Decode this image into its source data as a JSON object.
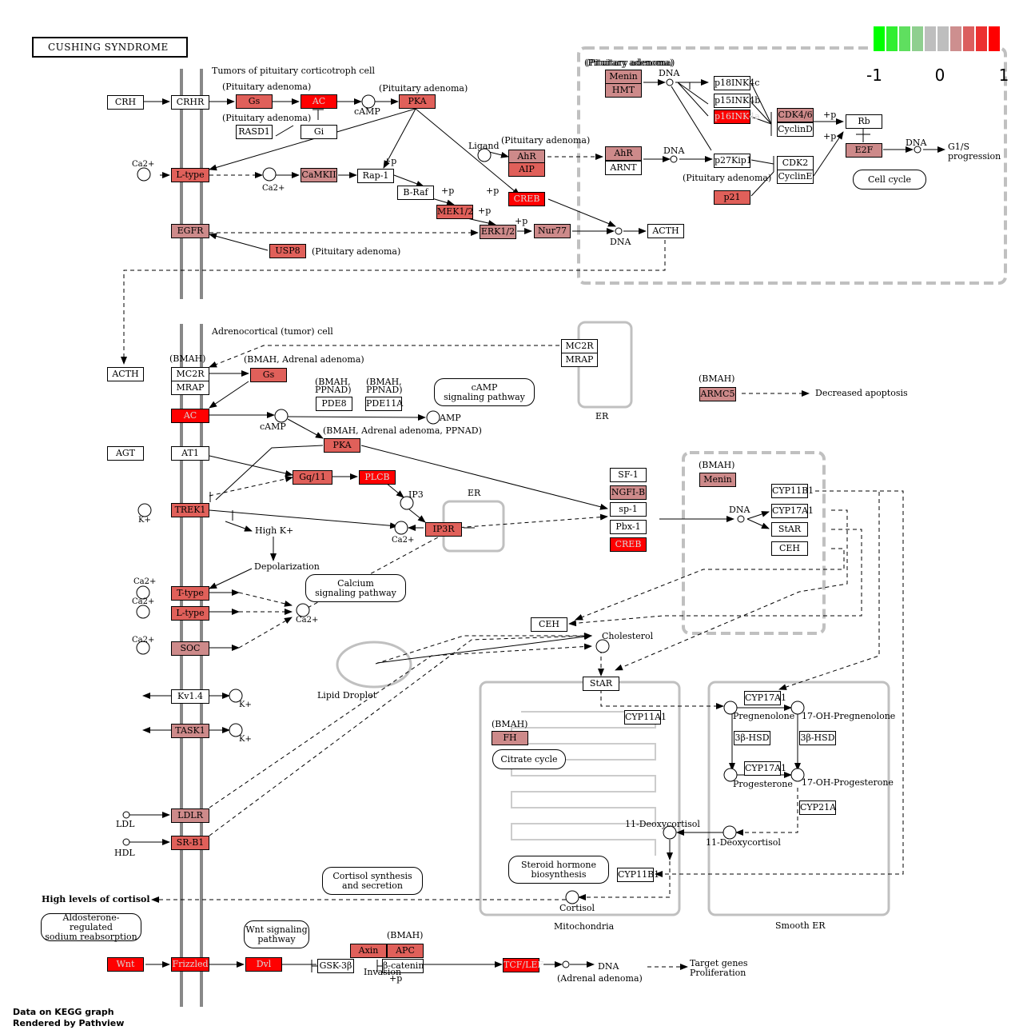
{
  "title": "CUSHING SYNDROME",
  "legend": {
    "ticks": [
      "-1",
      "0",
      "1"
    ],
    "colors": [
      "#00ff00",
      "#30ef30",
      "#5fdf5f",
      "#8fcf8f",
      "#bebebe",
      "#bebebe",
      "#cd8f8f",
      "#db5f5f",
      "#ec3030",
      "#ff0000"
    ]
  },
  "footer": [
    "Data on KEGG graph",
    "Rendered by Pathview"
  ],
  "nodes": [
    {
      "text": "CRH",
      "c": "w"
    },
    {
      "text": "CRHR",
      "c": "w"
    },
    {
      "text": "Gs",
      "c": "m"
    },
    {
      "text": "AC",
      "c": "r"
    },
    {
      "text": "PKA",
      "c": "m"
    },
    {
      "text": "RASD1",
      "c": "w"
    },
    {
      "text": "Gi",
      "c": "w"
    },
    {
      "text": "L-type",
      "c": "m"
    },
    {
      "text": "CaMKII",
      "c": "l"
    },
    {
      "text": "Rap-1",
      "c": "w"
    },
    {
      "text": "B-Raf",
      "c": "w"
    },
    {
      "text": "MEK1/2",
      "c": "m"
    },
    {
      "text": "ERK1/2",
      "c": "l"
    },
    {
      "text": "Nur77",
      "c": "l"
    },
    {
      "text": "EGFR",
      "c": "l"
    },
    {
      "text": "USP8",
      "c": "m"
    },
    {
      "text": "AhR",
      "c": "l"
    },
    {
      "text": "AIP",
      "c": "m"
    },
    {
      "text": "CREB",
      "c": "r"
    },
    {
      "text": "Menin",
      "c": "l"
    },
    {
      "text": "HMT",
      "c": "l"
    },
    {
      "text": "p18INK4c",
      "c": "w"
    },
    {
      "text": "p15INK4b",
      "c": "w"
    },
    {
      "text": "p16INK4a",
      "c": "r"
    },
    {
      "text": "CDK4/6",
      "c": "l"
    },
    {
      "text": "CyclinD",
      "c": "w"
    },
    {
      "text": "Rb",
      "c": "w"
    },
    {
      "text": "E2F",
      "c": "l"
    },
    {
      "text": "AhR",
      "c": "l"
    },
    {
      "text": "ARNT",
      "c": "w"
    },
    {
      "text": "p27Kip1",
      "c": "w"
    },
    {
      "text": "CDK2",
      "c": "w"
    },
    {
      "text": "CyclinE",
      "c": "w"
    },
    {
      "text": "p21",
      "c": "m"
    },
    {
      "text": "ACTH",
      "c": "w"
    },
    {
      "text": "ACTH",
      "c": "w"
    },
    {
      "text": "MC2R",
      "c": "w"
    },
    {
      "text": "MRAP",
      "c": "w"
    },
    {
      "text": "Gs",
      "c": "m"
    },
    {
      "text": "AC",
      "c": "r"
    },
    {
      "text": "PDE8",
      "c": "w"
    },
    {
      "text": "PDE11A",
      "c": "w"
    },
    {
      "text": "PKA",
      "c": "m"
    },
    {
      "text": "MC2R",
      "c": "w"
    },
    {
      "text": "MRAP",
      "c": "w"
    },
    {
      "text": "ARMC5",
      "c": "l"
    },
    {
      "text": "AGT",
      "c": "w"
    },
    {
      "text": "AT1",
      "c": "w"
    },
    {
      "text": "Gq/11",
      "c": "m"
    },
    {
      "text": "PLCB",
      "c": "r"
    },
    {
      "text": "IP3R",
      "c": "m"
    },
    {
      "text": "TREK1",
      "c": "m"
    },
    {
      "text": "SF-1",
      "c": "w"
    },
    {
      "text": "NGFI-B",
      "c": "l"
    },
    {
      "text": "sp-1",
      "c": "w"
    },
    {
      "text": "Pbx-1",
      "c": "w"
    },
    {
      "text": "CREB",
      "c": "r"
    },
    {
      "text": "Menin",
      "c": "l"
    },
    {
      "text": "CYP11B1",
      "c": "w"
    },
    {
      "text": "CYP17A1",
      "c": "w"
    },
    {
      "text": "StAR",
      "c": "w"
    },
    {
      "text": "CEH",
      "c": "w"
    },
    {
      "text": "T-type",
      "c": "m"
    },
    {
      "text": "L-type",
      "c": "m"
    },
    {
      "text": "SOC",
      "c": "l"
    },
    {
      "text": "CEH",
      "c": "w"
    },
    {
      "text": "StAR",
      "c": "w"
    },
    {
      "text": "CYP11A1",
      "c": "w"
    },
    {
      "text": "FH",
      "c": "l"
    },
    {
      "text": "CYP17A1",
      "c": "w"
    },
    {
      "text": "3β-HSD",
      "c": "w"
    },
    {
      "text": "3β-HSD",
      "c": "w"
    },
    {
      "text": "CYP17A1",
      "c": "w"
    },
    {
      "text": "CYP21A",
      "c": "w"
    },
    {
      "text": "Kv1.4",
      "c": "w"
    },
    {
      "text": "TASK1",
      "c": "l"
    },
    {
      "text": "LDLR",
      "c": "l"
    },
    {
      "text": "SR-B1",
      "c": "m"
    },
    {
      "text": "CYP11B1",
      "c": "w"
    },
    {
      "text": "Wnt",
      "c": "r"
    },
    {
      "text": "Frizzled",
      "c": "r"
    },
    {
      "text": "Dvl",
      "c": "r"
    },
    {
      "text": "GSK-3β",
      "c": "w"
    },
    {
      "text": "Axin",
      "c": "m"
    },
    {
      "text": "APC",
      "c": "m"
    },
    {
      "text": "β-catenin",
      "c": "w"
    },
    {
      "text": "TCF/LEF",
      "c": "r"
    }
  ],
  "labels": [
    "Tumors of pituitary corticotroph cell",
    "(Pituitary adenoma)",
    "(Pituitary adenoma)",
    "(Pituitary adenoma)",
    "cAMP",
    "Ligand",
    "(Pituitary adenoma)",
    "(Pituitary adenoma)",
    "DNA",
    "DNA",
    "+p",
    "+p",
    "+p",
    "+p",
    "+p",
    "(Pituitary adenoma)",
    "DNA",
    "DNA",
    "G1/S",
    "progression",
    "(Pituitary adenoma)",
    "(Pituitary adenoma)",
    "Adrenocortical (tumor) cell",
    "(BMAH)",
    "(BMAH, Adrenal adenoma)",
    "(BMAH,",
    "PPNAD)",
    "(BMAH,",
    "PPNAD)",
    "cAMP",
    "AMP",
    "(BMAH, Adrenal adenoma, PPNAD)",
    "(BMAH)",
    "Decreased apoptosis",
    "ER",
    "IP3",
    "ER",
    "(BMAH)",
    "DNA",
    "High K+",
    "Depolarization",
    "Cholesterol",
    "Lipid Droplet",
    "Pregnenolone",
    "17-OH-Pregnenolone",
    "Progesterone",
    "17-OH-Progesterone",
    "11-Deoxycortisol",
    "11-Deoxycortisol",
    "(BMAH)",
    "Cortisol",
    "Mitochondria",
    "Smooth ER",
    "High levels of cortisol",
    "LDL",
    "HDL",
    "(BMAH)",
    "+p",
    "(Adrenal adenoma)",
    "DNA",
    "Target genes",
    "Proliferation",
    "Invasion",
    "+p",
    "+p",
    "+p"
  ],
  "ions": [
    "Ca2+",
    "Ca2+",
    "K+",
    "Ca2+",
    "Ca2+",
    "Ca2+",
    "Ca2+",
    "K+",
    "K+",
    "Ca2+"
  ],
  "maps": [
    "Cell cycle",
    "cAMP\nsignaling pathway",
    "Calcium\nsignaling pathway",
    "Citrate cycle",
    "Steroid hormone\nbiosynthesis",
    "Cortisol synthesis\nand secretion",
    "Aldosterone-regulated\nsodium reabsorption",
    "Wnt signaling\npathway"
  ]
}
